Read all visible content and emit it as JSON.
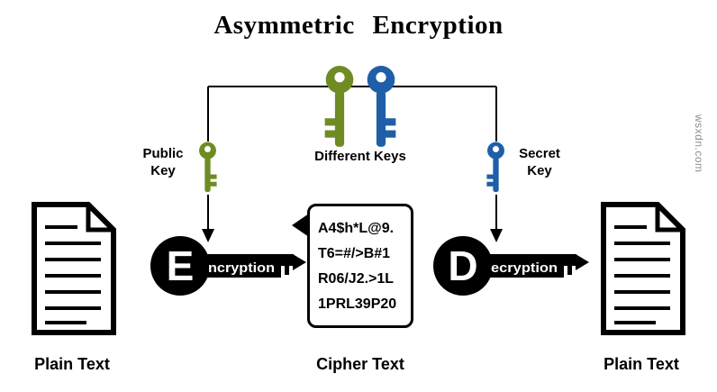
{
  "title": "Asymmetric Encryption",
  "watermark": "wsxdn.com",
  "colors": {
    "key_green": "#6e8c23",
    "key_blue": "#1f5fa8",
    "ink": "#000000"
  },
  "top_keys": {
    "different_keys_label": "Different Keys"
  },
  "public_key": {
    "label": "Public Key"
  },
  "secret_key": {
    "label": "Secret Key"
  },
  "encryption": {
    "initial": "E",
    "rest": "ncryption"
  },
  "decryption": {
    "initial": "D",
    "rest": "ecryption"
  },
  "cipher": {
    "lines": [
      "A4$h*L@9.",
      "T6=#/>B#1",
      "R06/J2.>1L",
      "1PRL39P20"
    ],
    "label": "Cipher Text"
  },
  "plain_text": {
    "left_label": "Plain Text",
    "right_label": "Plain Text"
  }
}
